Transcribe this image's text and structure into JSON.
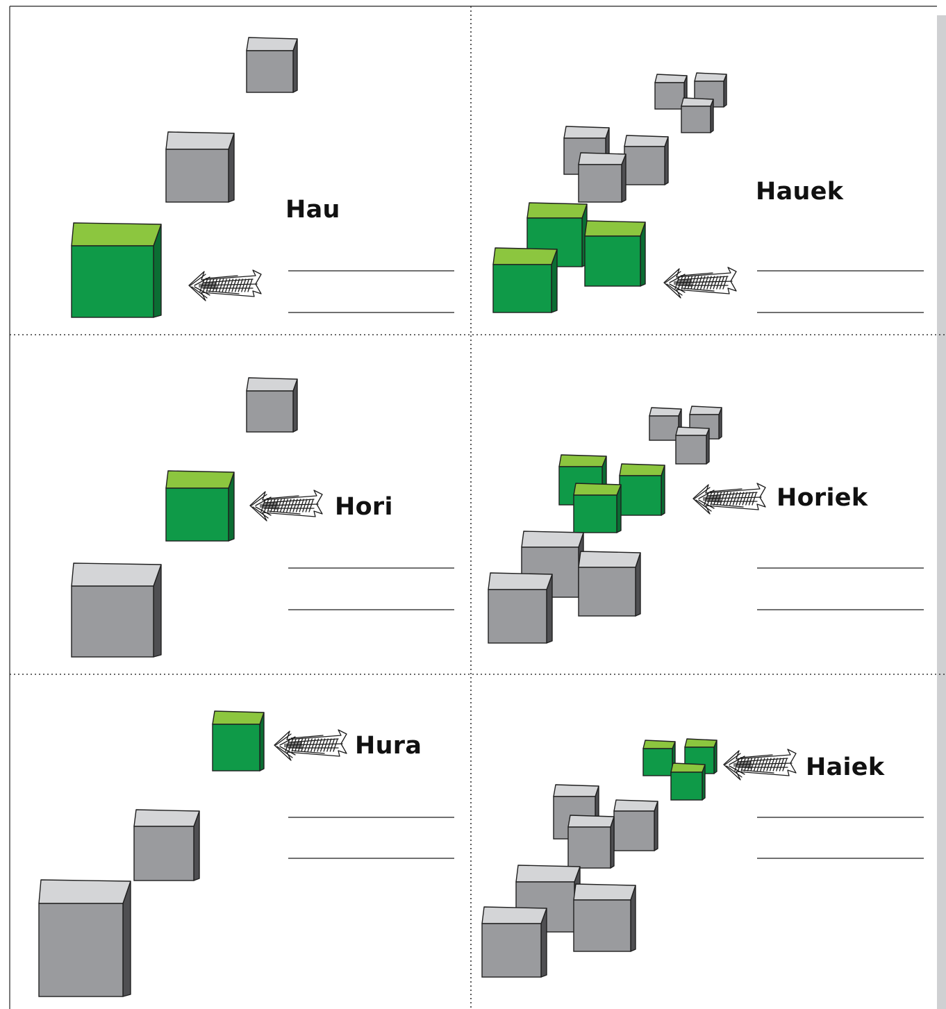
{
  "worksheet": {
    "cards": [
      {
        "word": "Hau"
      },
      {
        "word": "Hauek"
      },
      {
        "word": "Hori"
      },
      {
        "word": "Horiek"
      },
      {
        "word": "Hura"
      },
      {
        "word": "Haiek"
      }
    ]
  },
  "colors": {
    "green_top": "#8cc63f",
    "green_front": "#0f9a48",
    "green_side": "#0b6d33",
    "gray_top": "#d4d5d7",
    "gray_front": "#9a9b9e",
    "gray_side": "#4f4f52",
    "outline": "#1f1f1f",
    "right_margin_band": "#cfd0d2"
  },
  "icons": {
    "arrow": "hand-drawn-pointing-arrow-icon",
    "cube": "cube-icon"
  }
}
